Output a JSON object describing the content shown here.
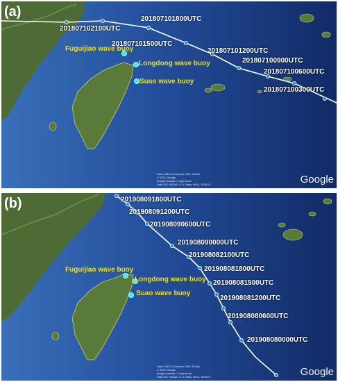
{
  "panels": [
    {
      "label": "(a)",
      "track_points": [
        "201807102100UTC",
        "201807101800UTC",
        "201807101500UTC",
        "201807101200UTC",
        "201807100900UTC",
        "201807100600UTC",
        "201807100300UTC"
      ],
      "buoys": [
        "Fuguijiao wave buoy",
        "Longdong wave buoy",
        "Suao wave buoy"
      ],
      "watermark": "Google",
      "credits": [
        "Data LDEO-Columbia, NSF, NOAA",
        "© 2021 Google",
        "Image Landsat / Copernicus",
        "Data SIO, NOAA, U.S. Navy, NGA, GEBCO"
      ]
    },
    {
      "label": "(b)",
      "track_points": [
        "201908091800UTC",
        "201908091200UTC",
        "201908090600UTC",
        "201908090000UTC",
        "201908082100UTC",
        "201908081800UTC",
        "201908081500UTC",
        "201908081200UTC",
        "201908080600UTC",
        "201908080000UTC"
      ],
      "buoys": [
        "Fuguijiao wave buoy",
        "Longdong wave buoy",
        "Suao wave buoy"
      ],
      "watermark": "Google",
      "credits": [
        "Data LDEO-Columbia, NSF, NOAA",
        "© 2021 Google",
        "Image Landsat / Copernicus",
        "Data SIO, NOAA, U.S. Navy, NGA, GEBCO"
      ]
    }
  ],
  "colors": {
    "track": "#ffffff",
    "track_marker": "#2a8fd8",
    "buoy": "#3ee8e8",
    "buoy_label": "#f5e100",
    "sea": "#1d3f86",
    "land": "#4f6a35"
  }
}
